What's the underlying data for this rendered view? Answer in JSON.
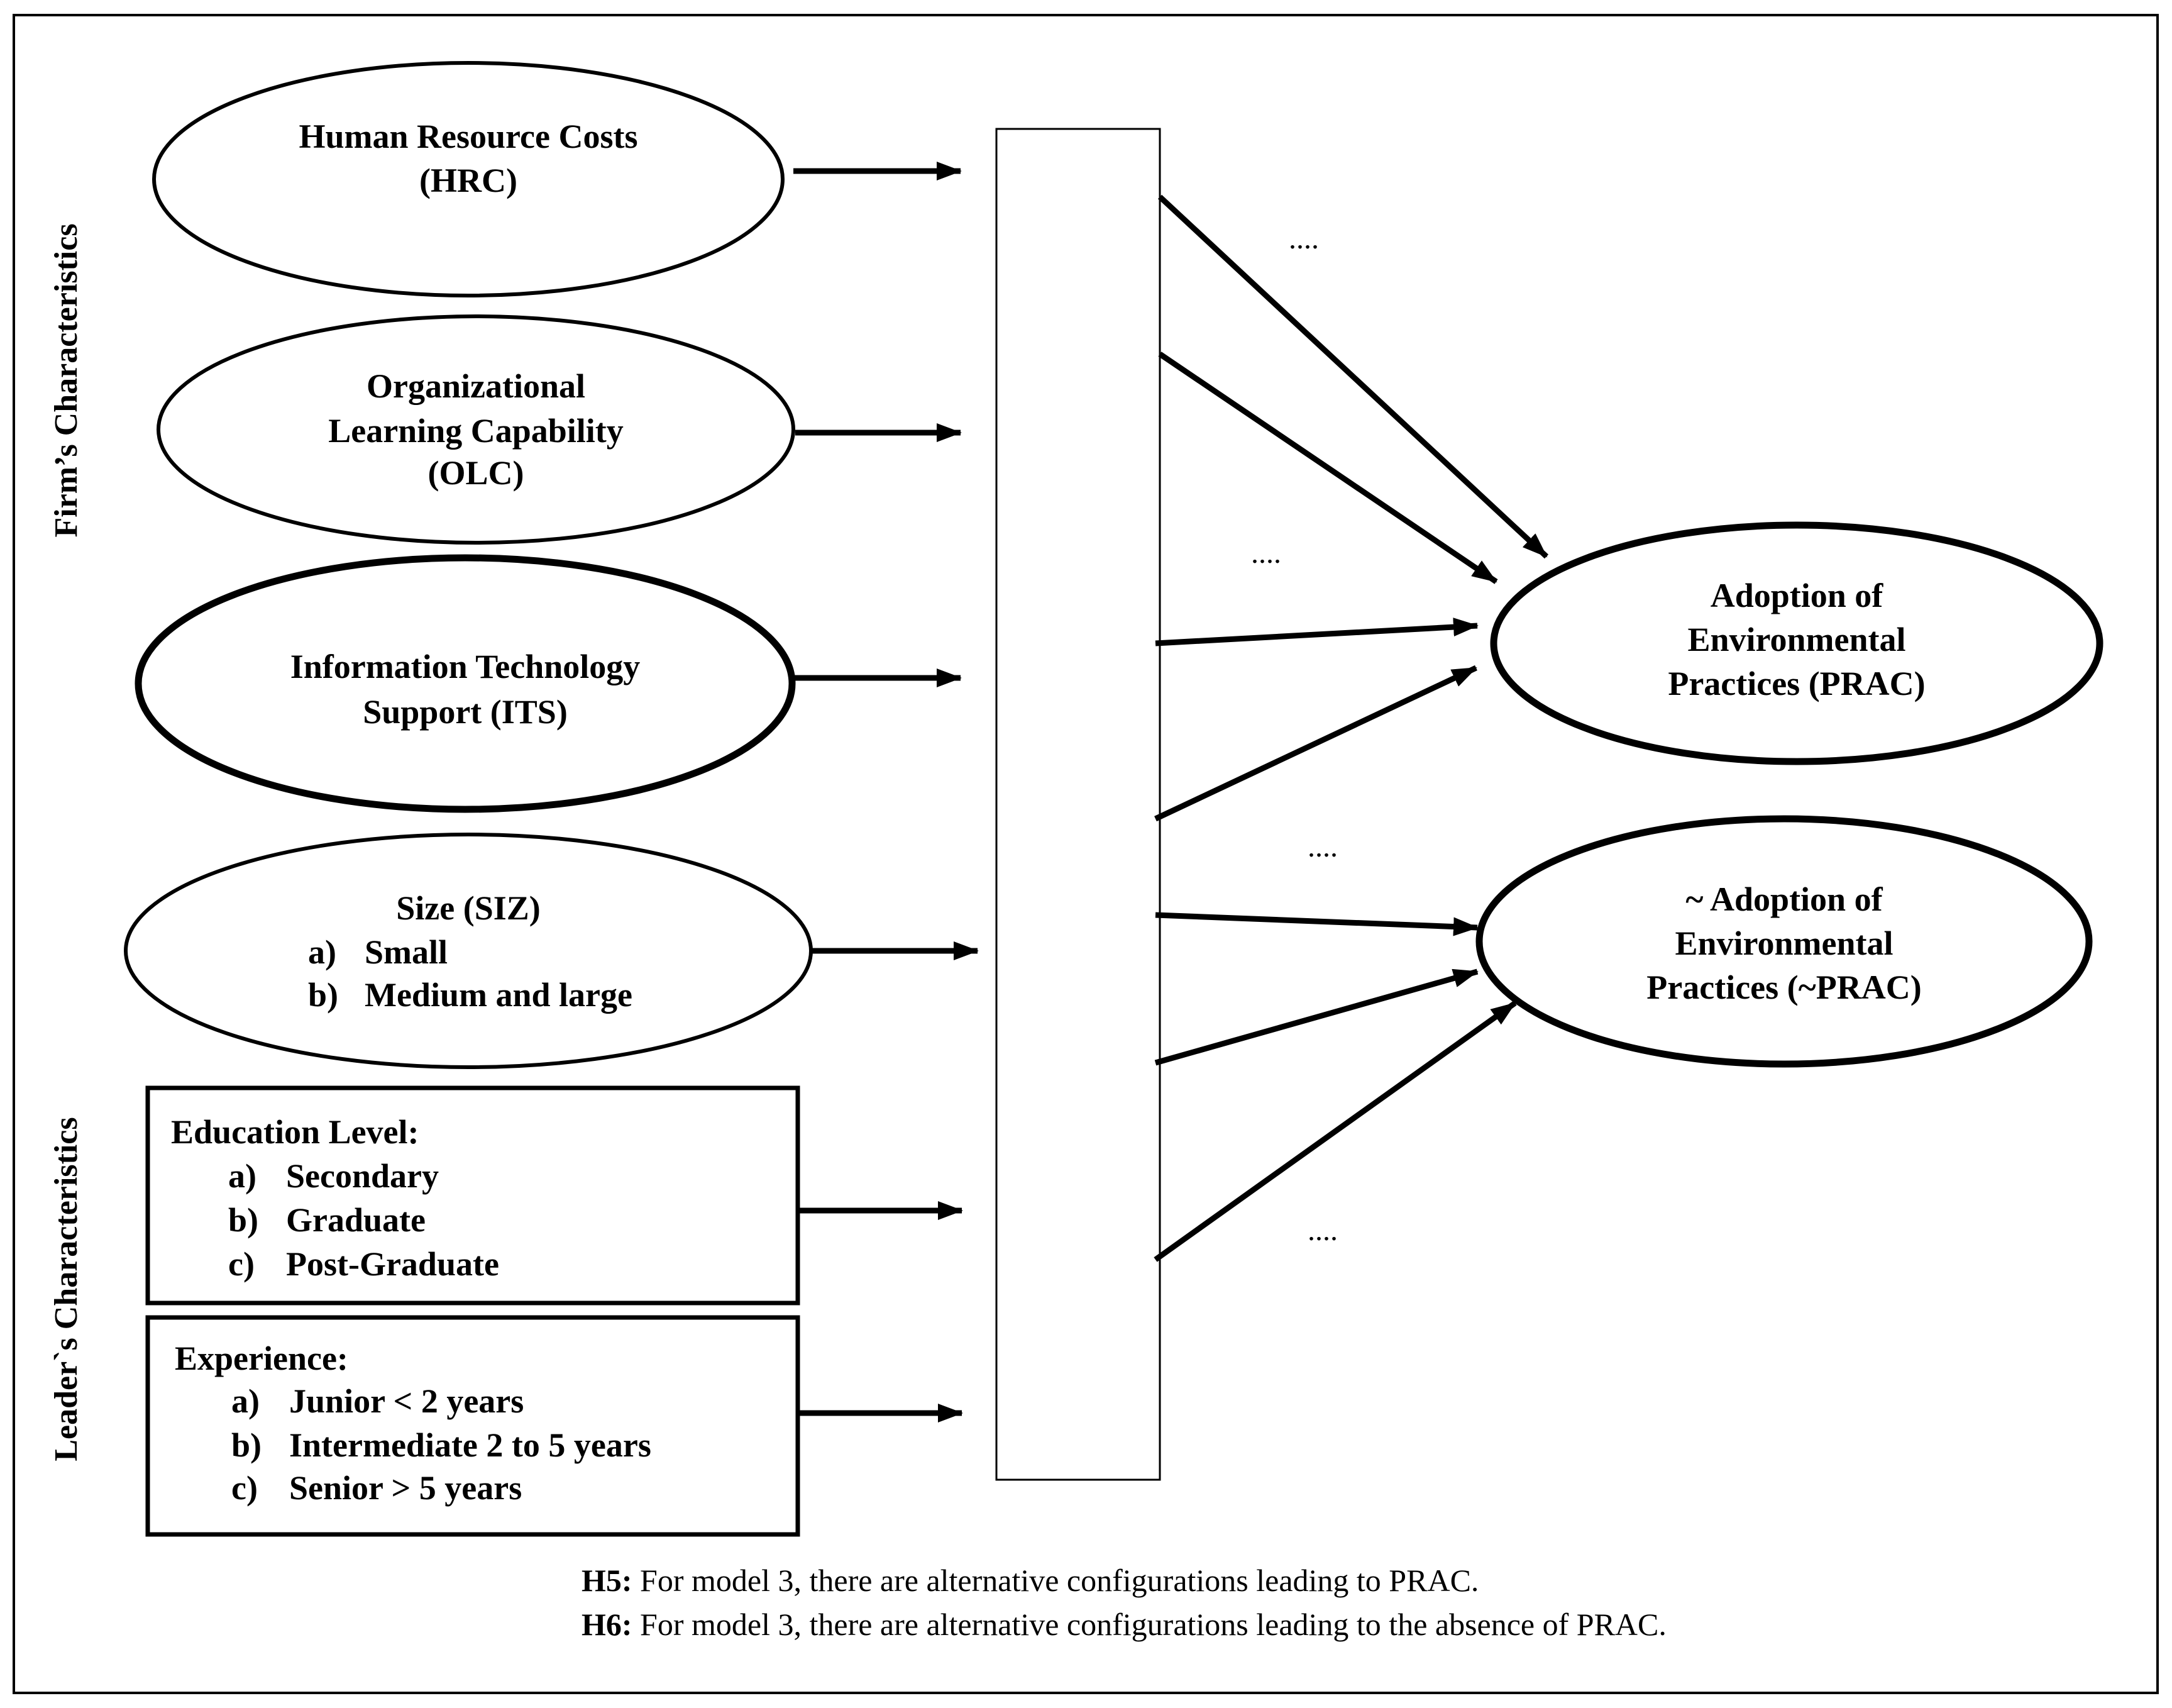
{
  "side_labels": {
    "firm": "Firm’s Characteristics",
    "leader": "Leader`s Characteristics"
  },
  "inputs": {
    "hrc": [
      "Human Resource Costs",
      "(HRC)"
    ],
    "olc": [
      "Organizational",
      "Learning Capability",
      "(OLC)"
    ],
    "its": [
      "Information Technology",
      "Support (ITS)"
    ],
    "siz": {
      "title": "Size (SIZ)",
      "items": [
        {
          "marker": "a)",
          "text": "Small"
        },
        {
          "marker": "b)",
          "text": "Medium and large"
        }
      ]
    },
    "education": {
      "title": "Education Level:",
      "items": [
        {
          "marker": "a)",
          "text": "Secondary"
        },
        {
          "marker": "b)",
          "text": "Graduate"
        },
        {
          "marker": "c)",
          "text": "Post-Graduate"
        }
      ]
    },
    "experience": {
      "title": "Experience:",
      "items": [
        {
          "marker": "a)",
          "text": "Junior < 2 years"
        },
        {
          "marker": "b)",
          "text": "Intermediate 2 to 5 years"
        },
        {
          "marker": "c)",
          "text": "Senior > 5 years"
        }
      ]
    }
  },
  "outcomes": {
    "prac": [
      "Adoption of",
      "Environmental",
      "Practices (PRAC)"
    ],
    "not_prac": [
      "~ Adoption of",
      "Environmental",
      "Practices (~PRAC)"
    ]
  },
  "ellipsis": "....",
  "hypotheses": [
    {
      "id": "H5:",
      "text": " For model 3, there are alternative configurations leading to PRAC."
    },
    {
      "id": "H6:",
      "text": " For model 3, there are alternative configurations leading to the absence of PRAC."
    }
  ],
  "colors": {
    "stroke": "#000000",
    "background": "#ffffff"
  }
}
